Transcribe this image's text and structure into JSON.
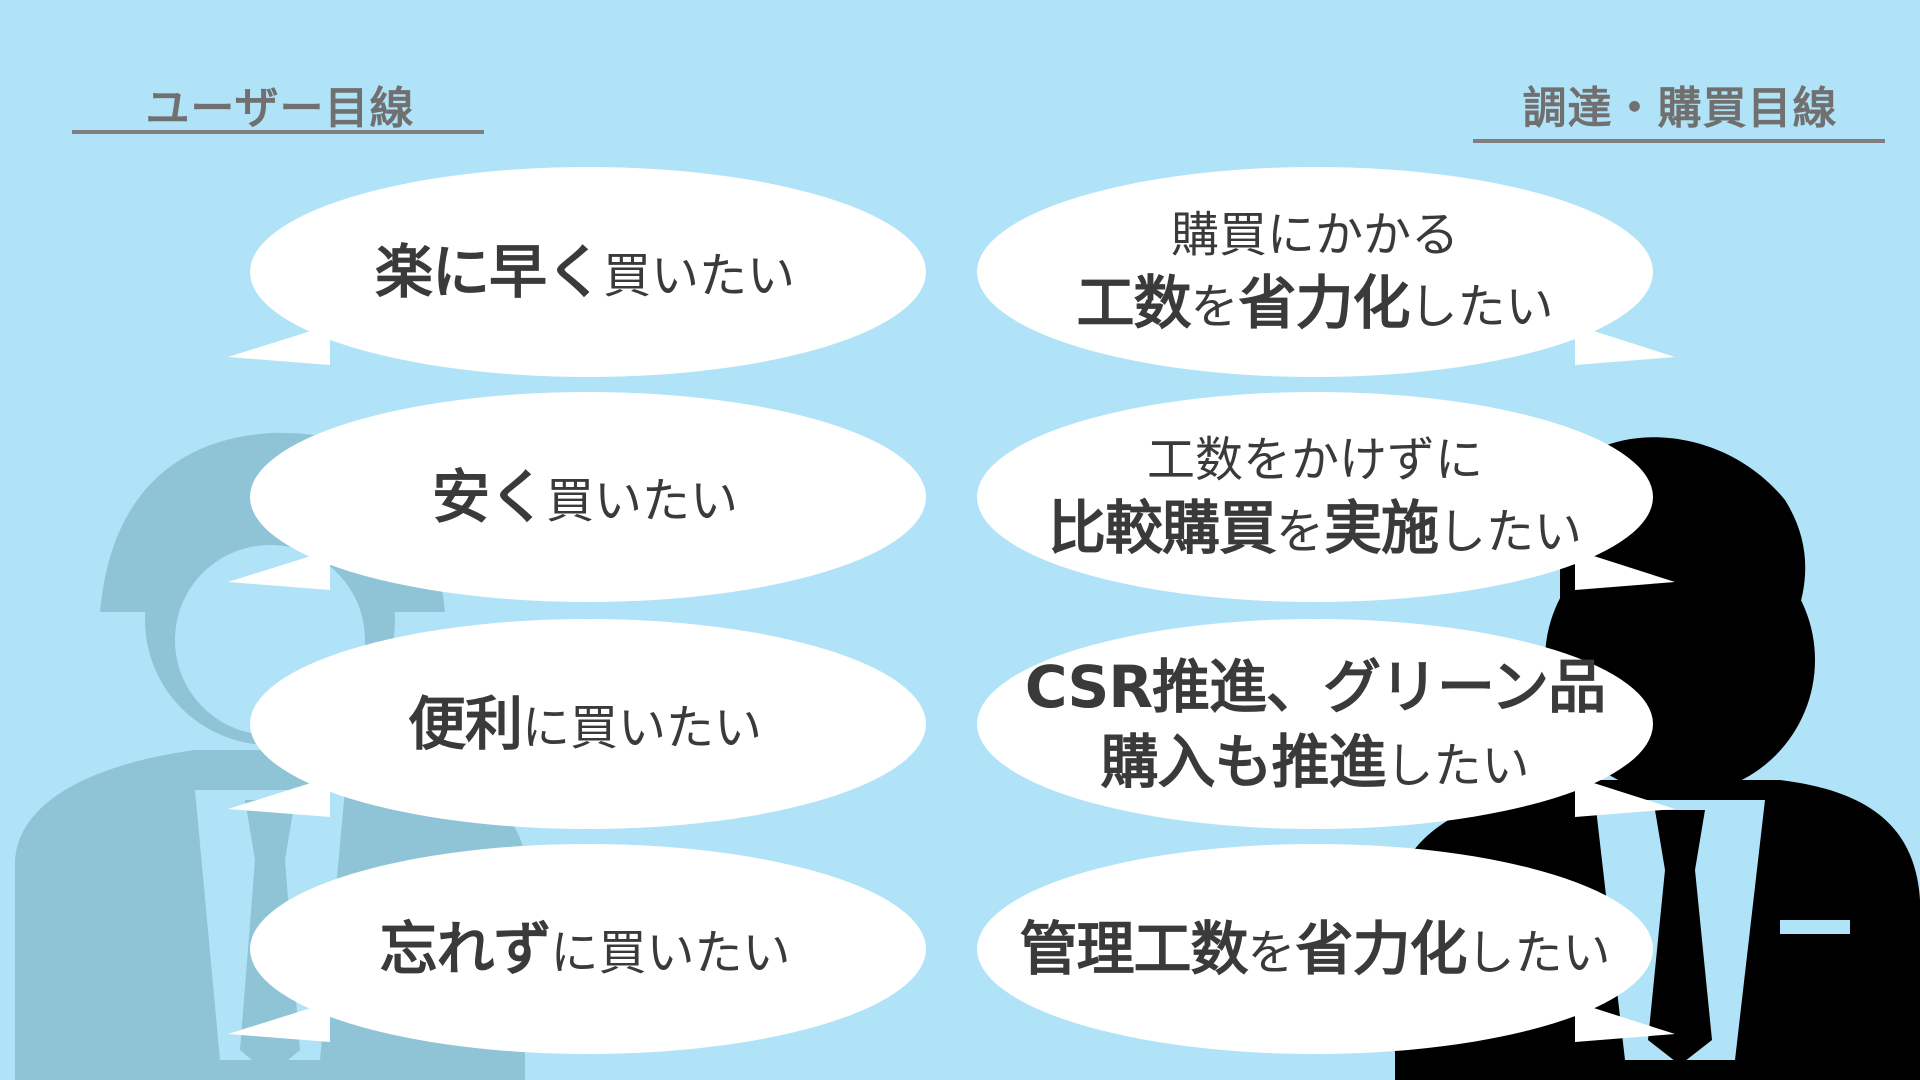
{
  "colors": {
    "background": "#b0e3f7",
    "user_silhouette": "#8fc4d6",
    "buyer_silhouette": "#000000",
    "bubble": "#ffffff",
    "header_text": "#707070",
    "header_rule": "#7f7f7f",
    "bubble_text": "#3a3a3a"
  },
  "icons": {
    "user": "worker-with-helmet-silhouette-icon",
    "buyer": "businessman-with-tie-silhouette-icon"
  },
  "headers": {
    "user": "ユーザー目線",
    "buyer": "調達・購買目線"
  },
  "user_bubbles": [
    {
      "bold": "楽に早く",
      "normal": "買いたい"
    },
    {
      "bold": "安く",
      "normal": "買いたい"
    },
    {
      "bold": "便利",
      "normal": "に買いたい"
    },
    {
      "bold": "忘れず",
      "normal": "に買いたい"
    }
  ],
  "buyer_bubbles": [
    {
      "line1": "購買にかかる",
      "line2": [
        "工数",
        "を",
        "省力化",
        "したい"
      ]
    },
    {
      "line1": "工数をかけずに",
      "line2": [
        "比較購買",
        "を",
        "実施",
        "したい"
      ]
    },
    {
      "line1": "CSR推進、グリーン品",
      "line2": [
        "購入も推進",
        "したい"
      ]
    },
    {
      "line2": [
        "管理工数",
        "を",
        "省力化",
        "したい"
      ]
    }
  ]
}
